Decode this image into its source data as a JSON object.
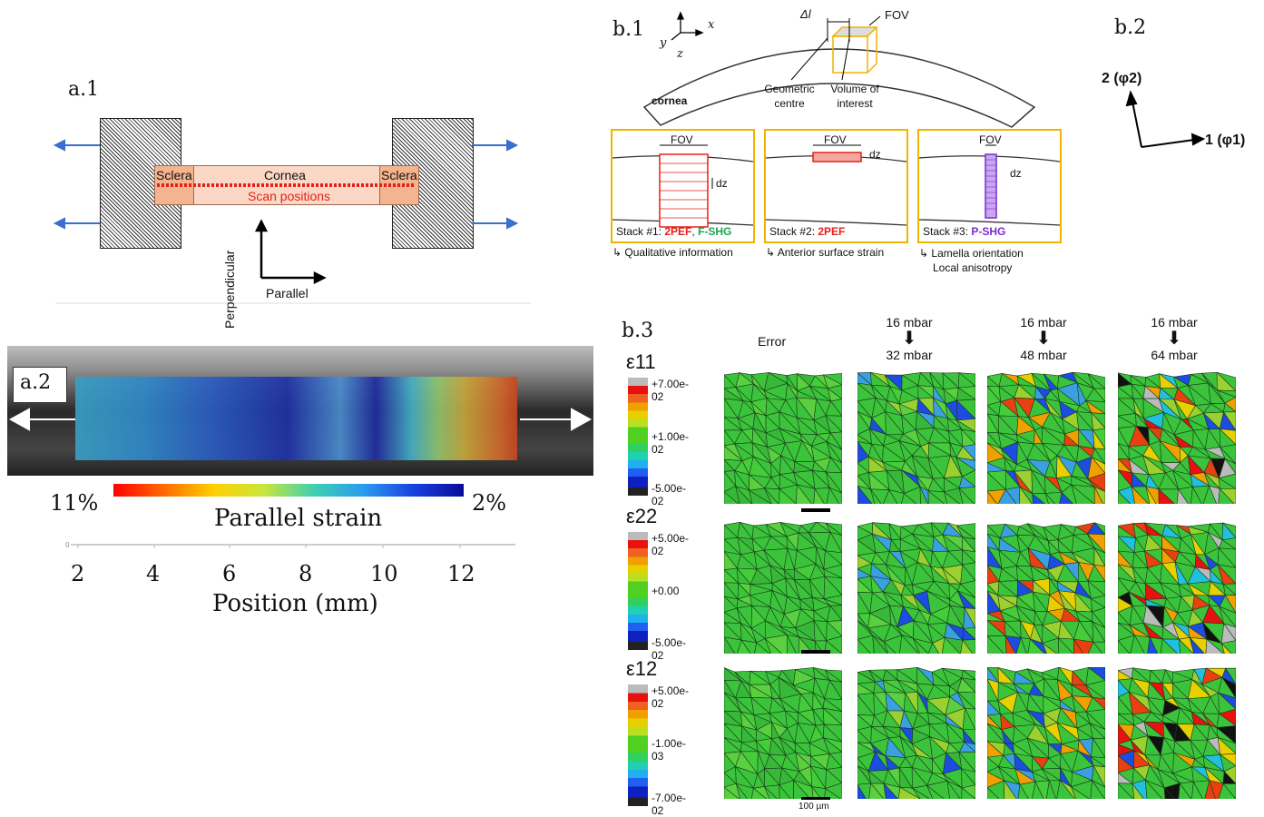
{
  "panel_labels": {
    "a1": "a.1",
    "a2": "a.2",
    "b1": "b.1",
    "b2": "b.2",
    "b3": "b.3"
  },
  "a1": {
    "sclera_left": "Sclera",
    "sclera_right": "Sclera",
    "cornea": "Cornea",
    "scan_positions": "Scan positions",
    "axis_perpendicular": "Perpendicular",
    "axis_parallel": "Parallel"
  },
  "a2": {
    "colorbar_left": "11%",
    "colorbar_right": "2%",
    "colorbar_title": "Parallel strain",
    "axis_title": "Position (mm)",
    "axis_zero": "0",
    "ticks": [
      "2",
      "4",
      "6",
      "8",
      "10",
      "12"
    ]
  },
  "b1": {
    "axis_x": "x",
    "axis_y": "y",
    "axis_z": "z",
    "delta_l": "Δl",
    "fov": "FOV",
    "geometric_centre": "Geometric centre",
    "volume_of_interest": "Volume of interest",
    "cornea": "cornea",
    "stacks": [
      {
        "fov": "FOV",
        "dz": "dz",
        "label_prefix": "Stack #1: ",
        "label_a": "2PEF",
        "label_sep": ", ",
        "label_b": "F-SHG",
        "caption": "Qualitative information"
      },
      {
        "fov": "FOV",
        "dz": "dz",
        "label_prefix": "Stack #2: ",
        "label_a": "2PEF",
        "label_sep": "",
        "label_b": "",
        "caption": "Anterior surface strain"
      },
      {
        "fov": "FOV",
        "dz": "dz",
        "label_prefix": "Stack #3: ",
        "label_a": "P-SHG",
        "label_sep": "",
        "label_b": "",
        "caption": "Lamella orientation",
        "caption2": "Local anisotropy"
      }
    ]
  },
  "b2": {
    "axis1": "1 (φ1)",
    "axis2": "2 (φ2)"
  },
  "b3": {
    "col_error": "Error",
    "columns": [
      {
        "from": "16 mbar",
        "to": "32 mbar"
      },
      {
        "from": "16 mbar",
        "to": "48 mbar"
      },
      {
        "from": "16 mbar",
        "to": "64 mbar"
      }
    ],
    "rows": [
      {
        "symbol": "ε11",
        "max": "+7.00e-02",
        "mid": "+1.00e-02",
        "min": "-5.00e-02"
      },
      {
        "symbol": "ε22",
        "max": "+5.00e-02",
        "mid": "+0.00",
        "min": "-5.00e-02"
      },
      {
        "symbol": "ε12",
        "max": "+5.00e-02",
        "mid": "-1.00e-03",
        "min": "-7.00e-02"
      }
    ],
    "scale_bar": "100 µm"
  },
  "colors": {
    "stack1": "#e32119",
    "stack3": "#7a2bd0",
    "fshg": "#1aa54a",
    "frame": "#f0b400",
    "arrow_blue": "#3a6fd0"
  }
}
